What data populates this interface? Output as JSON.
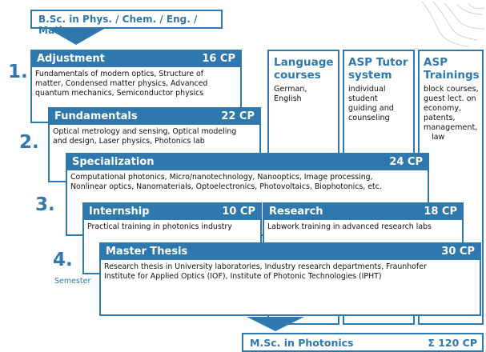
{
  "entry": {
    "label": "B.Sc. in Phys. / Chem. / Eng. / Math."
  },
  "steps": [
    {
      "number": "1.",
      "title": "Adjustment",
      "cp": "16 CP",
      "lines": [
        "Fundamentals of modern optics, Structure of",
        "matter, Condensed matter physics, Advanced",
        "quantum mechanics, Semiconductor physics"
      ]
    },
    {
      "number": "2.",
      "title": "Fundamentals",
      "cp": "22 CP",
      "lines": [
        "Optical metrology and sensing, Optical modeling",
        "and design, Laser physics, Photonics lab"
      ]
    },
    {
      "number": "3.",
      "title": "Specialization",
      "cp": "24 CP",
      "lines": [
        "Computational photonics, Micro/nanotechnology, Nanooptics, Image processing,",
        "Nonlinear optics, Nanomaterials, Optoelectronics, Photovoltaics, Biophotonics, etc."
      ]
    },
    {
      "number": "4.",
      "title": "Master Thesis",
      "cp": "30 CP",
      "lines": [
        "Research thesis in University laboratories, Industry research departments, Fraunhofer",
        "Institute for Applied Optics (IOF), Institute of Photonic Technologies (IPHT)"
      ]
    }
  ],
  "internship": {
    "title": "Internship",
    "cp": "10 CP",
    "lines": [
      "Practical training in photonics industry"
    ]
  },
  "research": {
    "title": "Research",
    "cp": "18 CP",
    "lines": [
      "Labwork training in advanced research labs"
    ]
  },
  "semester_label": "Semester",
  "side_columns": [
    {
      "title_lines": [
        "Language",
        "courses"
      ],
      "body_lines": [
        "German,",
        "English"
      ]
    },
    {
      "title_lines": [
        "ASP Tutor",
        "system"
      ],
      "body_lines": [
        "individual",
        "student",
        "guiding and",
        "counseling"
      ]
    },
    {
      "title_lines": [
        "ASP",
        "Trainings"
      ],
      "body_lines": [
        "block courses,",
        "guest lect. on",
        "economy,",
        "patents,",
        "management,",
        "law"
      ]
    }
  ],
  "result": {
    "label": "M.Sc. in Photonics",
    "total": "Σ 120 CP"
  },
  "colors": {
    "primary": "#2f78ad",
    "text": "#1a1a1a",
    "background": "#ffffff"
  }
}
